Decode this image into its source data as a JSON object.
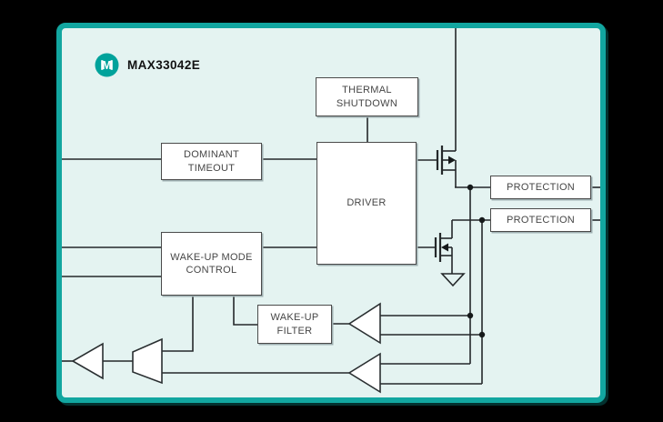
{
  "title": "MAX33042E",
  "logo": {
    "letter": "M",
    "name": "maxim-logo"
  },
  "blocks": {
    "thermal_shutdown": "THERMAL\nSHUTDOWN",
    "dominant_timeout": "DOMINANT\nTIMEOUT",
    "driver": "DRIVER",
    "wakeup_mode_control": "WAKE-UP MODE\nCONTROL",
    "wakeup_filter": "WAKE-UP\nFILTER",
    "protection_1": "PROTECTION",
    "protection_2": "PROTECTION"
  },
  "symbols": [
    "maxim-logo",
    "high-side-mosfet-icon",
    "low-side-mosfet-icon",
    "ground-icon",
    "receiver-comparator-icon",
    "wake-receiver-comparator-icon",
    "output-buffer-icon",
    "mux-icon",
    "junction-dot"
  ],
  "colors": {
    "background": "#000000",
    "panel_fill": "#e4f3f1",
    "panel_border": "#12a6a0",
    "logo_teal": "#00a29b",
    "wire": "#24282a",
    "block_border": "#4a4a4a",
    "block_text": "#464646",
    "title_text": "#111111"
  }
}
